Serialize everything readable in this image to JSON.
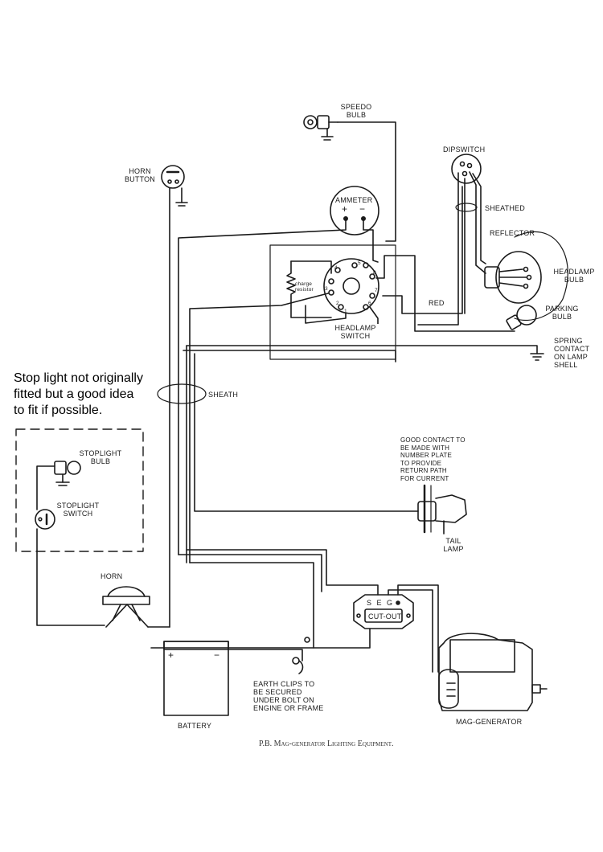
{
  "note": {
    "line1": "Stop light not originally",
    "line2": "fitted but a good idea",
    "line3": "to fit if possible."
  },
  "labels": {
    "speedo_bulb": "SPEEDO\nBULB",
    "horn_button": "HORN\nBUTTON",
    "ammeter": "AMMETER",
    "ammeter_plus": "+",
    "ammeter_minus": "−",
    "dipswitch": "DIPSWITCH",
    "sheathed": "SHEATHED",
    "reflector": "REFLECTOR",
    "headlamp_bulb": "HEADLAMP\nBULB",
    "parking_bulb": "PARKING\nBULB",
    "spring_contact": "SPRING\nCONTACT\nON LAMP\nSHELL",
    "red": "RED",
    "charge_resistor": "charge\nresistor",
    "headlamp_switch": "HEADLAMP\nSWITCH",
    "sheath": "SHEATH",
    "stoplight_bulb": "STOPLIGHT\nBULB",
    "stoplight_switch": "STOPLIGHT\nSWITCH",
    "good_contact": "GOOD CONTACT TO\nBE MADE WITH\nNUMBER PLATE\nTO PROVIDE\nRETURN PATH\nFOR CURRENT",
    "tail_lamp": "TAIL\nLAMP",
    "horn": "HORN",
    "cut_out": "CUT-OUT",
    "cut_out_terminals": "S E G",
    "battery": "BATTERY",
    "battery_plus": "+",
    "battery_minus": "−",
    "earth_clips": "EARTH CLIPS TO\nBE SECURED\nUNDER BOLT ON\nENGINE OR FRAME",
    "mag_generator": "MAG-GENERATOR",
    "switch_terminals": [
      "5",
      "4",
      "3",
      "2",
      "1",
      "6",
      "7",
      "8"
    ]
  },
  "caption": "P.B. Mag-generator Lighting Equipment."
}
